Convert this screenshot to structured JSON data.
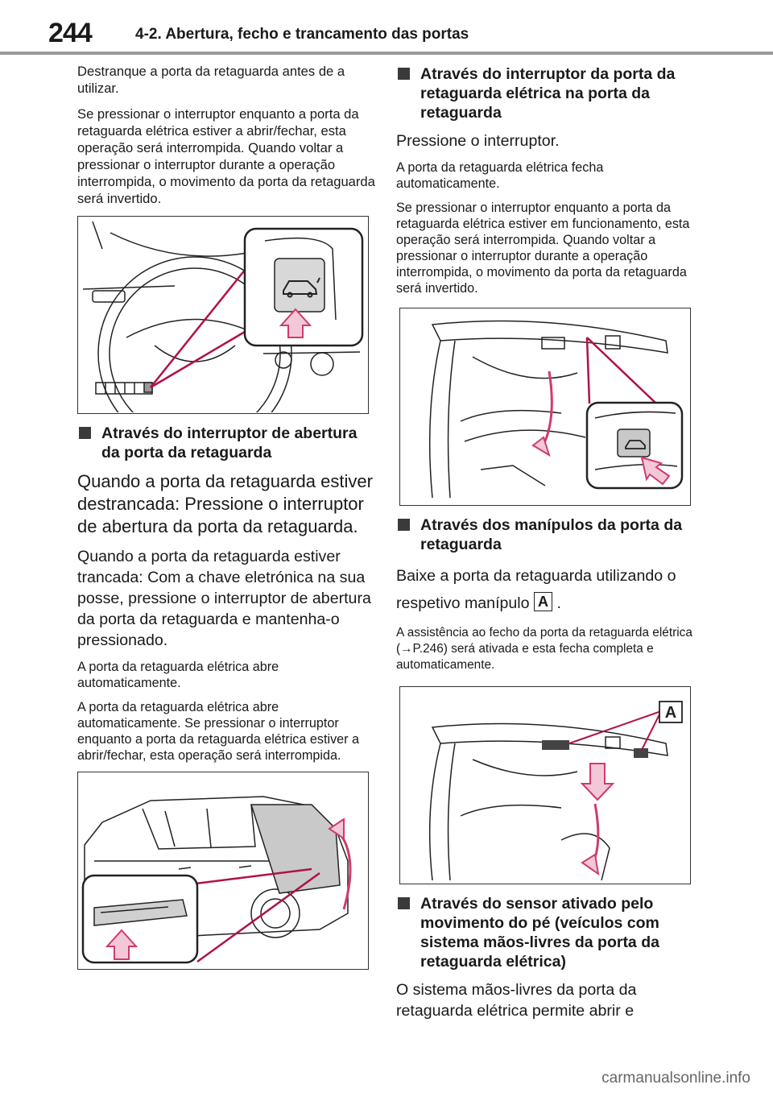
{
  "header": {
    "page_number": "244",
    "section_title": "4-2. Abertura, fecho e trancamento das portas"
  },
  "left": {
    "intro_1": "Destranque a porta da retaguarda antes de a utilizar.",
    "intro_2": "Se pressionar o interruptor enquanto a porta da retaguarda elétrica estiver a abrir/fechar, esta operação será interrompida. Quando voltar a pressionar o interruptor durante a operação interrompida, o movimento da porta da retaguarda será invertido.",
    "heading_1": "Através do interruptor de abertura da porta da retaguarda",
    "body_1": "Quando a porta da retaguarda estiver destrancada: Pressione o interruptor de abertura da porta da retaguarda.",
    "body_2": "Quando a porta da retaguarda estiver trancada: Com a chave eletrónica na sua posse, pressione o interruptor de abertura da porta da retaguarda e mantenha-o pressionado.",
    "note_1": "A porta da retaguarda elétrica abre automaticamente.",
    "note_2": "A porta da retaguarda elétrica abre automaticamente. Se pressionar o interruptor enquanto a porta da retaguarda elétrica estiver a abrir/fechar, esta operação será interrompida."
  },
  "right": {
    "heading_2": "Através do interruptor da porta da retaguarda elétrica na porta da retaguarda",
    "body_3": "Pressione o interruptor.",
    "note_3": "A porta da retaguarda elétrica fecha automaticamente.",
    "note_4": "Se pressionar o interruptor enquanto a porta da retaguarda elétrica estiver em funcionamento, esta operação será interrompida. Quando voltar a pressionar o interruptor durante a operação interrompida, o movimento da porta da retaguarda será invertido.",
    "heading_3": "Através dos manípulos da porta da retaguarda",
    "body_4": "Baixe a porta da retaguarda utilizando o respetivo manípulo",
    "body_4_end": ".",
    "label_a": "A",
    "note_5": "A assistência ao fecho da porta da retaguarda elétrica (→P.246) será ativada e esta fecha completa e automaticamente.",
    "figure_label": "A",
    "heading_4": "Através do sensor ativado pelo movimento do pé (veículos com sistema mãos-livres da porta da retaguarda elétrica)",
    "body_5": "O sistema mãos-livres da porta da retaguarda elétrica permite abrir e"
  },
  "footer": {
    "watermark": "carmanualsonline.info"
  },
  "colors": {
    "arrow_fill": "#f2c8d8",
    "arrow_stroke": "#d03a6e",
    "callout_stroke": "#b0104c"
  }
}
